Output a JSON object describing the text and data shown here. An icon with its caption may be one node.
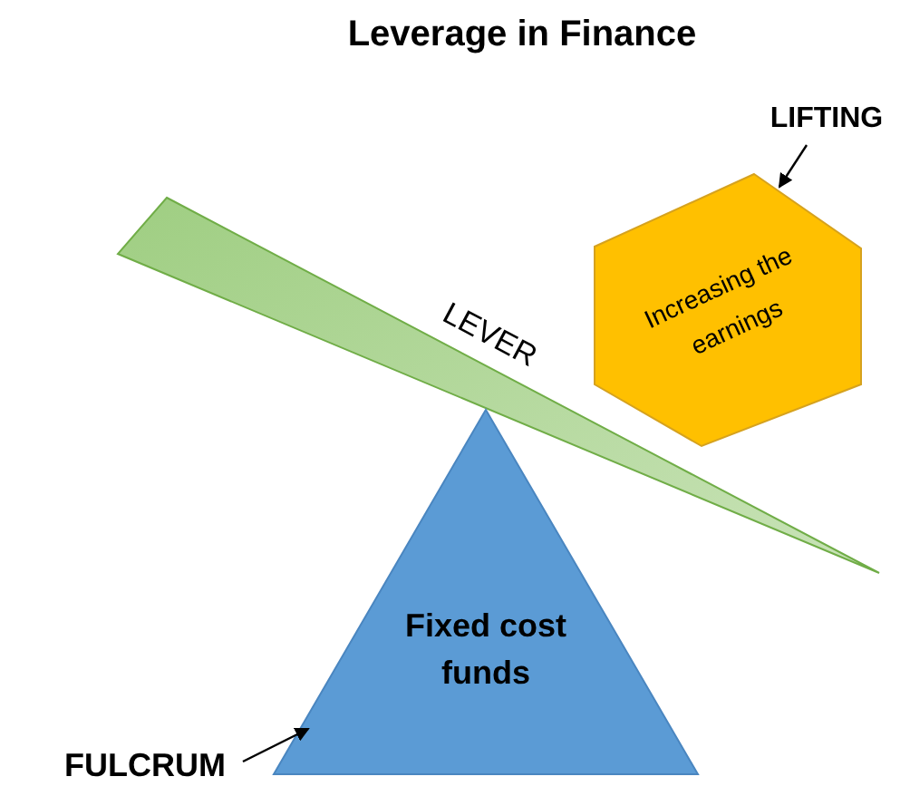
{
  "diagram": {
    "title": "Leverage in Finance",
    "nodes": [
      {
        "text": [
          "LEVER"
        ]
      },
      {
        "text": [
          "Increasing the earnings"
        ]
      },
      {
        "text": [
          "Fixed cost funds"
        ]
      },
      {
        "text": [
          "LIFTING"
        ]
      },
      {
        "text": [
          "FULCRUM"
        ]
      }
    ],
    "edges": [
      {
        "from": 3,
        "to": 1,
        "arrow": "to"
      },
      {
        "from": 4,
        "to": 2,
        "arrow": "to"
      }
    ]
  }
}
